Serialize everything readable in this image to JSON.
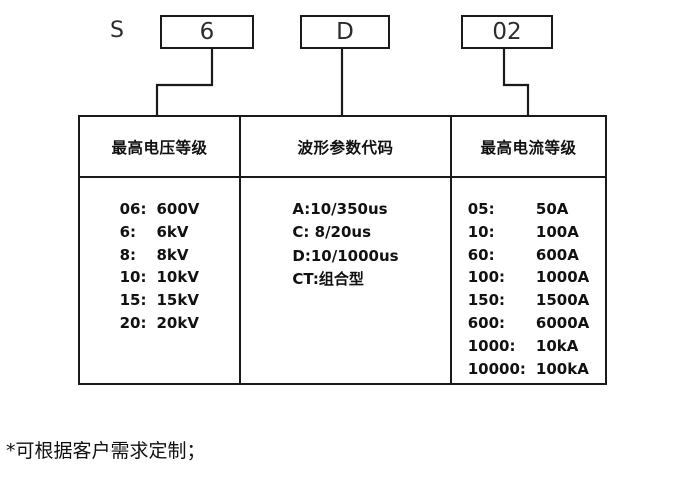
{
  "model_code": {
    "prefix": "S",
    "segments": [
      {
        "value": "6",
        "name": "voltage-code"
      },
      {
        "value": "D",
        "name": "waveform-code"
      },
      {
        "value": "02",
        "name": "current-code"
      }
    ]
  },
  "table": {
    "headers": [
      "最高电压等级",
      "波形参数代码",
      "最高电流等级"
    ],
    "voltage_levels": [
      {
        "code": "06:",
        "value": "600V"
      },
      {
        "code": "6:",
        "value": "6kV"
      },
      {
        "code": "8:",
        "value": "8kV"
      },
      {
        "code": "10:",
        "value": "10kV"
      },
      {
        "code": "15:",
        "value": "15kV"
      },
      {
        "code": "20:",
        "value": "20kV"
      }
    ],
    "waveform_codes": [
      "A:10/350us",
      "C: 8/20us",
      "D:10/1000us",
      "CT:组合型"
    ],
    "current_levels": [
      {
        "code": "05:",
        "value": "50A"
      },
      {
        "code": "10:",
        "value": "100A"
      },
      {
        "code": "60:",
        "value": "600A"
      },
      {
        "code": "100:",
        "value": "1000A"
      },
      {
        "code": "150:",
        "value": "1500A"
      },
      {
        "code": "600:",
        "value": "6000A"
      },
      {
        "code": "1000:",
        "value": "10kA"
      },
      {
        "code": "10000:",
        "value": "100kA"
      }
    ]
  },
  "footnote": "*可根据客户需求定制；",
  "colors": {
    "line": "#1a1a1a",
    "text": "#111111",
    "background": "#ffffff"
  }
}
